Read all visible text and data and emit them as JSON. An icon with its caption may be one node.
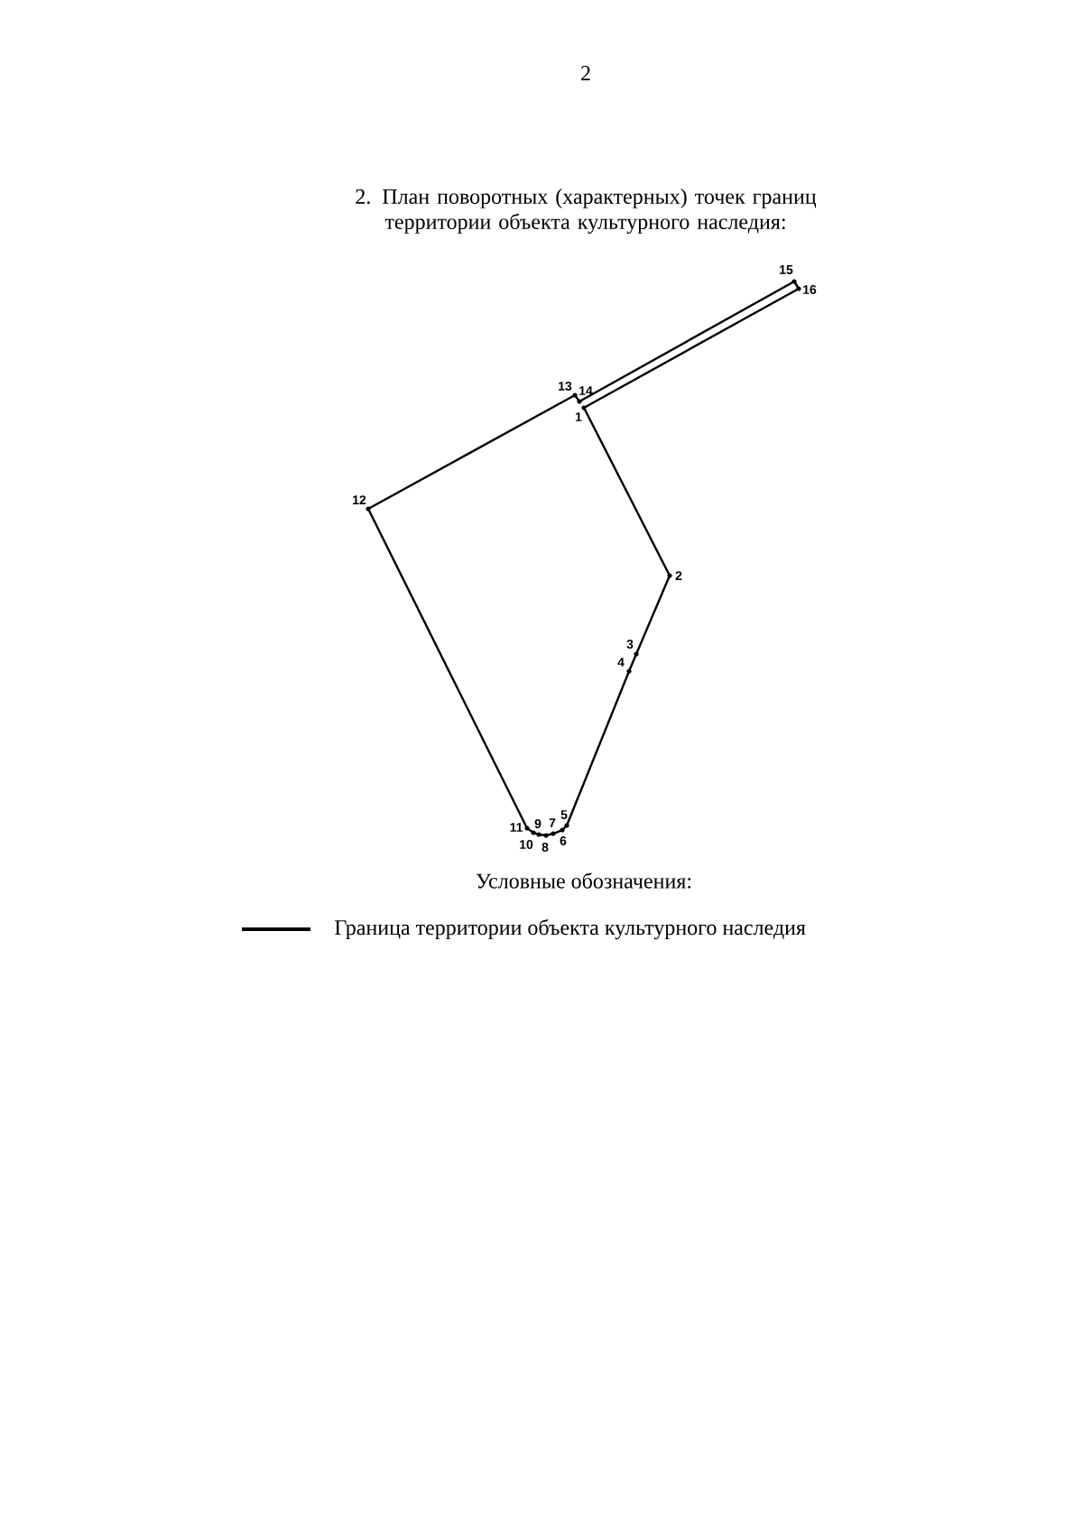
{
  "diagram": {
    "title": "2. План поворотных (характерных) точек границ территории объекта культурного наследия:",
    "nodes": [
      {
        "text": [],
        "shape": "circle",
        "beside": [
          "1"
        ]
      },
      {
        "text": [],
        "shape": "circle",
        "beside": [
          "2"
        ]
      },
      {
        "text": [],
        "shape": "circle",
        "beside": [
          "3"
        ]
      },
      {
        "text": [],
        "shape": "circle",
        "beside": [
          "4"
        ]
      },
      {
        "text": [],
        "shape": "circle",
        "beside": [
          "5"
        ]
      },
      {
        "text": [],
        "shape": "circle",
        "beside": [
          "6"
        ]
      },
      {
        "text": [],
        "shape": "circle",
        "beside": [
          "7"
        ]
      },
      {
        "text": [],
        "shape": "circle",
        "beside": [
          "8"
        ]
      },
      {
        "text": [],
        "shape": "circle",
        "beside": [
          "9"
        ]
      },
      {
        "text": [],
        "shape": "circle",
        "beside": [
          "10"
        ]
      },
      {
        "text": [],
        "shape": "circle",
        "beside": [
          "11"
        ]
      },
      {
        "text": [],
        "shape": "circle",
        "beside": [
          "12"
        ]
      },
      {
        "text": [],
        "shape": "circle",
        "beside": [
          "13"
        ]
      },
      {
        "text": [],
        "shape": "circle",
        "beside": [
          "14"
        ]
      },
      {
        "text": [],
        "shape": "circle",
        "beside": [
          "15"
        ]
      },
      {
        "text": [],
        "shape": "circle",
        "beside": [
          "16"
        ]
      }
    ],
    "edges": [
      {
        "from": 0,
        "to": 1,
        "arrow": "none"
      },
      {
        "from": 1,
        "to": 2,
        "arrow": "none"
      },
      {
        "from": 2,
        "to": 3,
        "arrow": "none"
      },
      {
        "from": 3,
        "to": 4,
        "arrow": "none"
      },
      {
        "from": 4,
        "to": 5,
        "arrow": "none"
      },
      {
        "from": 5,
        "to": 6,
        "arrow": "none"
      },
      {
        "from": 6,
        "to": 7,
        "arrow": "none"
      },
      {
        "from": 7,
        "to": 8,
        "arrow": "none"
      },
      {
        "from": 8,
        "to": 9,
        "arrow": "none"
      },
      {
        "from": 9,
        "to": 10,
        "arrow": "none"
      },
      {
        "from": 10,
        "to": 11,
        "arrow": "none"
      },
      {
        "from": 11,
        "to": 12,
        "arrow": "none"
      },
      {
        "from": 12,
        "to": 13,
        "arrow": "none"
      },
      {
        "from": 13,
        "to": 14,
        "arrow": "none"
      },
      {
        "from": 14,
        "to": 15,
        "arrow": "none"
      },
      {
        "from": 15,
        "to": 0,
        "arrow": "none"
      }
    ],
    "labels": [
      "2",
      "Условные обозначения:"
    ],
    "legend": [
      {
        "text": "Граница территории объекта культурного наследия"
      }
    ]
  }
}
